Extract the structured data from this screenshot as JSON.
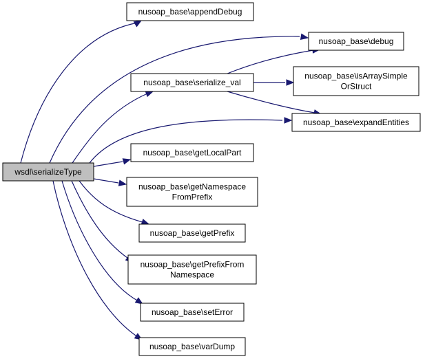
{
  "diagram": {
    "type": "call-graph",
    "colors": {
      "edge": "#191970",
      "root_fill": "#bfbfbf",
      "node_fill": "#ffffff",
      "border": "#000000"
    },
    "nodes": {
      "root": {
        "lines": [
          "wsdl\\serializeType"
        ]
      },
      "append_debug": {
        "lines": [
          "nusoap_base\\appendDebug"
        ]
      },
      "debug": {
        "lines": [
          "nusoap_base\\debug"
        ]
      },
      "serialize_val": {
        "lines": [
          "nusoap_base\\serialize_val"
        ]
      },
      "is_array_simple": {
        "lines": [
          "nusoap_base\\isArraySimple",
          "OrStruct"
        ]
      },
      "expand_entities": {
        "lines": [
          "nusoap_base\\expandEntities"
        ]
      },
      "get_local_part": {
        "lines": [
          "nusoap_base\\getLocalPart"
        ]
      },
      "get_namespace_from_prefix": {
        "lines": [
          "nusoap_base\\getNamespace",
          "FromPrefix"
        ]
      },
      "get_prefix": {
        "lines": [
          "nusoap_base\\getPrefix"
        ]
      },
      "get_prefix_from_namespace": {
        "lines": [
          "nusoap_base\\getPrefixFrom",
          "Namespace"
        ]
      },
      "set_error": {
        "lines": [
          "nusoap_base\\setError"
        ]
      },
      "var_dump": {
        "lines": [
          "nusoap_base\\varDump"
        ]
      }
    },
    "edges": [
      {
        "from": "root",
        "to": "append_debug"
      },
      {
        "from": "root",
        "to": "debug"
      },
      {
        "from": "root",
        "to": "serialize_val"
      },
      {
        "from": "root",
        "to": "expand_entities"
      },
      {
        "from": "root",
        "to": "get_local_part"
      },
      {
        "from": "root",
        "to": "get_namespace_from_prefix"
      },
      {
        "from": "root",
        "to": "get_prefix"
      },
      {
        "from": "root",
        "to": "get_prefix_from_namespace"
      },
      {
        "from": "root",
        "to": "set_error"
      },
      {
        "from": "root",
        "to": "var_dump"
      },
      {
        "from": "serialize_val",
        "to": "debug"
      },
      {
        "from": "serialize_val",
        "to": "is_array_simple"
      },
      {
        "from": "serialize_val",
        "to": "expand_entities"
      }
    ]
  }
}
